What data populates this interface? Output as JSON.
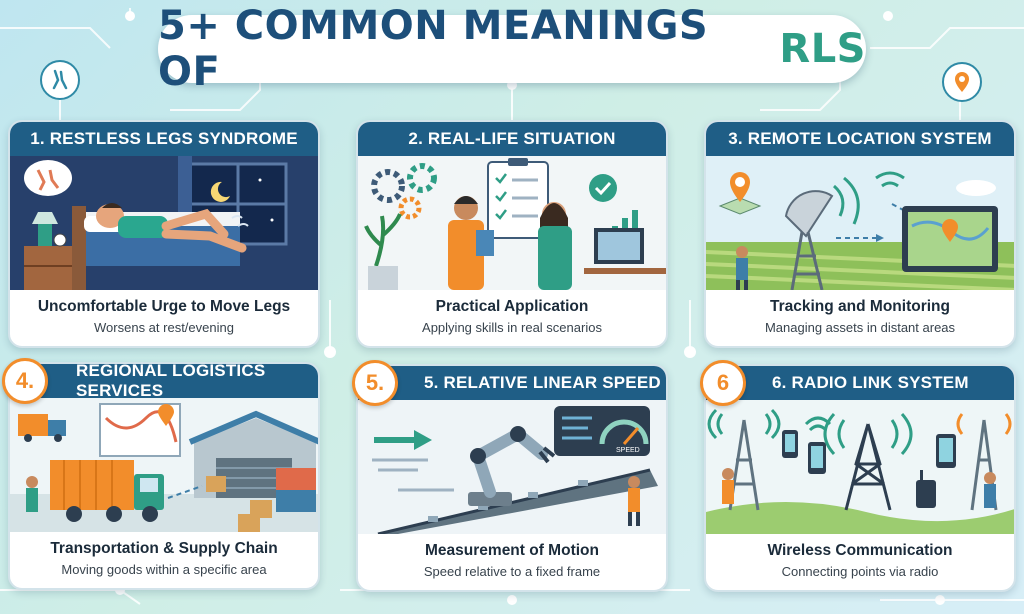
{
  "title": {
    "main": "5+ COMMON MEANINGS OF",
    "accent": "RLS"
  },
  "colors": {
    "header": "#1f5e86",
    "accent_green": "#2f9e86",
    "badge_orange": "#f28d2b"
  },
  "cards": [
    {
      "heading": "1. RESTLESS LEGS SYNDROME",
      "badge": "",
      "headline": "Uncomfortable Urge to Move Legs",
      "sub": "Worsens at rest/evening",
      "icon": "bed-scene-icon"
    },
    {
      "heading": "2. REAL-LIFE SITUATION",
      "badge": "",
      "headline": "Practical Application",
      "sub": "Applying skills in real scenarios",
      "icon": "office-scene-icon"
    },
    {
      "heading": "3. REMOTE LOCATION SYSTEM",
      "badge": "",
      "headline": "Tracking and Monitoring",
      "sub": "Managing assets in distant areas",
      "icon": "satellite-scene-icon"
    },
    {
      "heading": "REGIONAL LOGISTICS SERVICES",
      "badge": "4.",
      "headline": "Transportation & Supply Chain",
      "sub": "Moving goods within a specific area",
      "icon": "truck-scene-icon"
    },
    {
      "heading": "5. RELATIVE LINEAR SPEED",
      "badge": "5.",
      "headline": "Measurement of Motion",
      "sub": "Speed relative to a fixed frame",
      "icon": "robot-arm-scene-icon"
    },
    {
      "heading": "6. RADIO LINK SYSTEM",
      "badge": "6",
      "headline": "Wireless Communication",
      "sub": "Connecting points via radio",
      "icon": "radio-tower-scene-icon"
    }
  ],
  "gauge_label": "SPEED"
}
